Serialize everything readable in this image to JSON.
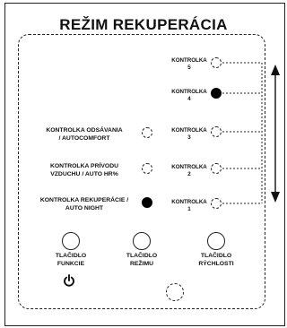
{
  "title": "REŽIM REKUPERÁCIA",
  "right_indicators": [
    {
      "line1": "KONTROLKA",
      "line2": "5",
      "state": "off"
    },
    {
      "line1": "KONTROLKA",
      "line2": "4",
      "state": "on"
    },
    {
      "line1": "KONTROLKA",
      "line2": "3",
      "state": "off"
    },
    {
      "line1": "KONTROLKA",
      "line2": "2",
      "state": "off"
    },
    {
      "line1": "KONTROLKA",
      "line2": "1",
      "state": "off"
    }
  ],
  "left_indicators": [
    {
      "line1": "KONTROLKA ODSÁVANIA",
      "line2": "/ AUTOCOMFORT",
      "state": "off"
    },
    {
      "line1": "KONTROLKA PRÍVODU",
      "line2": "VZDUCHU / AUTO HR%",
      "state": "off"
    },
    {
      "line1": "KONTROLKA REKUPERÁCIE /",
      "line2": "AUTO NIGHT",
      "state": "on"
    }
  ],
  "buttons": [
    {
      "line1": "TLAČIDLO",
      "line2": "FUNKCIE"
    },
    {
      "line1": "TLAČIDLO",
      "line2": "REŽIMU"
    },
    {
      "line1": "TLAČIDLO",
      "line2": "RÝCHLOSTI"
    }
  ],
  "icons": {
    "power": "power-icon",
    "arrow": "double-arrow-icon",
    "sensor": "sensor-icon"
  }
}
